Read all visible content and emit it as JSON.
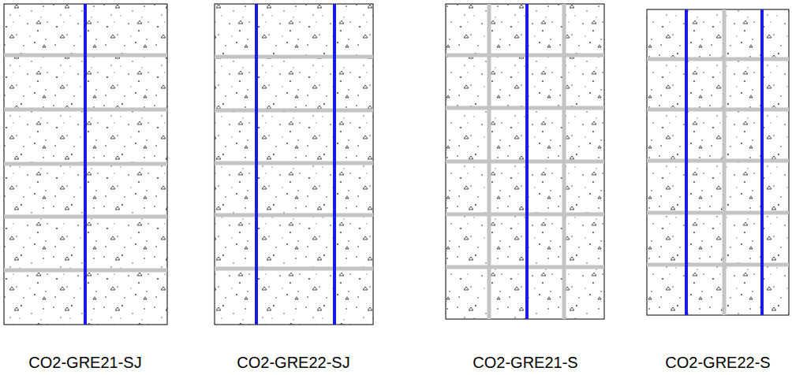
{
  "diagram": {
    "labels": [
      "CO2-GRE21-SJ",
      "CO2-GRE22-SJ",
      "CO2-GRE21-S",
      "CO2-GRE22-S"
    ]
  }
}
